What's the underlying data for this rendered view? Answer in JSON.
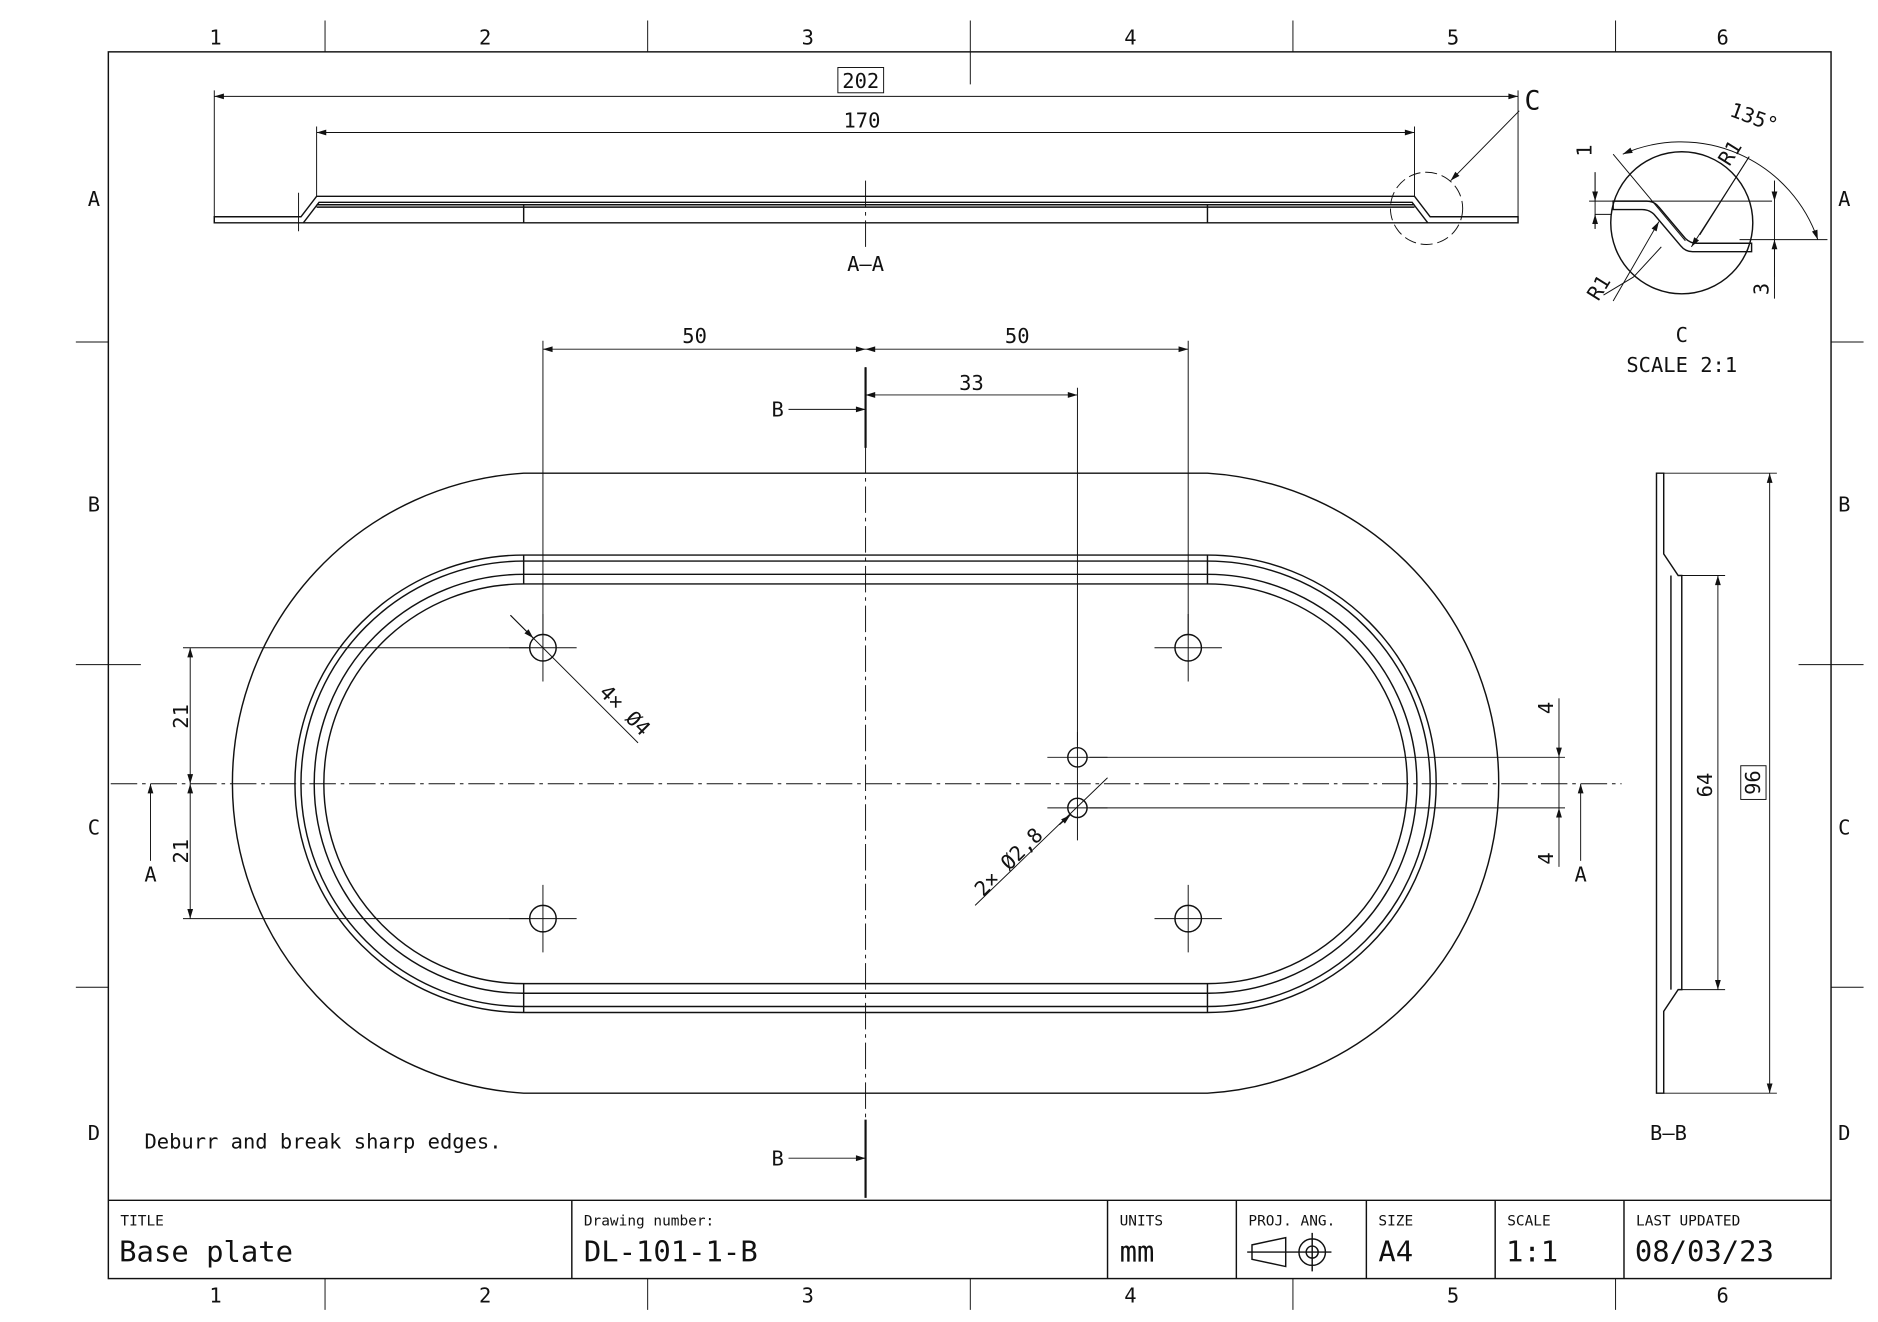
{
  "zones": {
    "columns": [
      "1",
      "2",
      "3",
      "4",
      "5",
      "6"
    ],
    "rows": [
      "A",
      "B",
      "C",
      "D"
    ]
  },
  "section_aa": {
    "label": "A–A",
    "dim_overall": "202",
    "dim_inner": "170",
    "detail_callout": "C"
  },
  "detail_c": {
    "label": "C",
    "scale": "SCALE 2:1",
    "angle": "135°",
    "radius_top": "R1",
    "radius_bottom": "R1",
    "dim_thickness": "1",
    "dim_offset": "3"
  },
  "plan_view": {
    "dim_left_x": "50",
    "dim_right_x": "50",
    "dim_small_x": "33",
    "dim_upper_y": "21",
    "dim_lower_y": "21",
    "dim_small_upper": "4",
    "dim_small_lower": "4",
    "hole_callout_large": "4× Ø4",
    "hole_callout_small": "2× Ø2,8",
    "section_b_top": "B",
    "section_b_bottom": "B",
    "section_a_left": "A",
    "section_a_right": "A"
  },
  "section_bb": {
    "label": "B–B",
    "dim_overall": "96",
    "dim_inner": "64"
  },
  "note": "Deburr and break sharp edges.",
  "title_block": {
    "title_label": "TITLE",
    "title_value": "Base plate",
    "drawing_number_label": "Drawing number:",
    "drawing_number_value": "DL-101-1-B",
    "units_label": "UNITS",
    "units_value": "mm",
    "proj_label": "PROJ. ANG.",
    "proj_icon": "first-angle-projection-icon",
    "size_label": "SIZE",
    "size_value": "A4",
    "scale_label": "SCALE",
    "scale_value": "1:1",
    "updated_label": "LAST UPDATED",
    "updated_value": "08/03/23"
  }
}
